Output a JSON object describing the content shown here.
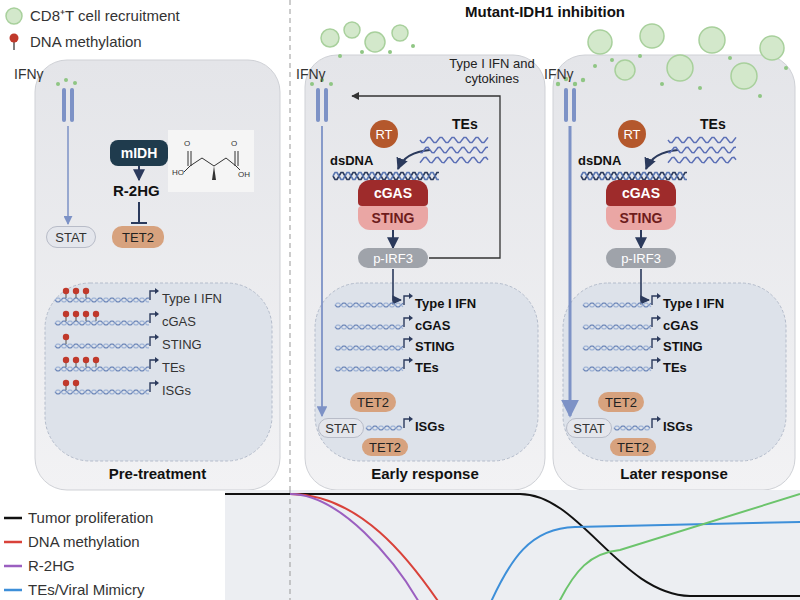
{
  "diagram": {
    "title": "Mutant-IDH1 inhibition",
    "nodes": [
      {
        "text": [
          "Pre-treatment"
        ]
      },
      {
        "text": [
          "STAT"
        ],
        "in": 0
      },
      {
        "text": [
          "mIDH"
        ],
        "in": 0
      },
      {
        "text": [
          "TET2"
        ],
        "in": 0
      },
      {
        "text": [
          "Early response"
        ]
      },
      {
        "text": [
          "RT"
        ],
        "in": 4
      },
      {
        "text": [
          "cGAS"
        ],
        "in": 4
      },
      {
        "text": [
          "STING"
        ],
        "in": 4
      },
      {
        "text": [
          "p-IRF3"
        ],
        "in": 4
      },
      {
        "text": [
          "TET2"
        ],
        "in": 4
      },
      {
        "text": [
          "STAT"
        ],
        "in": 4
      },
      {
        "text": [
          "TET2"
        ],
        "in": 4
      },
      {
        "text": [
          "Later response"
        ]
      },
      {
        "text": [
          "RT"
        ],
        "in": 12
      },
      {
        "text": [
          "cGAS"
        ],
        "in": 12
      },
      {
        "text": [
          "STING"
        ],
        "in": 12
      },
      {
        "text": [
          "p-IRF3"
        ],
        "in": 12
      },
      {
        "text": [
          "TET2"
        ],
        "in": 12
      },
      {
        "text": [
          "STAT"
        ],
        "in": 12
      },
      {
        "text": [
          "TET2"
        ],
        "in": 12
      }
    ],
    "edges": [
      {
        "from": 7,
        "to": 8,
        "arrow": "to"
      },
      {
        "from": 15,
        "to": 16,
        "arrow": "to"
      }
    ],
    "labels": [
      "IFNγ",
      "R-2HG",
      "HO",
      "O",
      "O",
      "OH",
      "Type I IFN",
      "cGAS",
      "STING",
      "TEs",
      "ISGs",
      "IFNγ",
      "TEs",
      "dsDNA",
      "Type I IFN and cytokines",
      "Type I IFN",
      "cGAS",
      "STING",
      "TEs",
      "ISGs",
      "IFNγ",
      "TEs",
      "dsDNA",
      "Type I IFN",
      "cGAS",
      "STING",
      "TEs",
      "ISGs"
    ],
    "legend": [
      {
        "text": "CD8⁺T cell recruitment"
      },
      {
        "text": "DNA methylation"
      },
      {
        "text": "Tumor proliferation"
      },
      {
        "text": "DNA methylation"
      },
      {
        "text": "R-2HG"
      },
      {
        "text": "TEs/Viral Mimicry"
      }
    ]
  }
}
